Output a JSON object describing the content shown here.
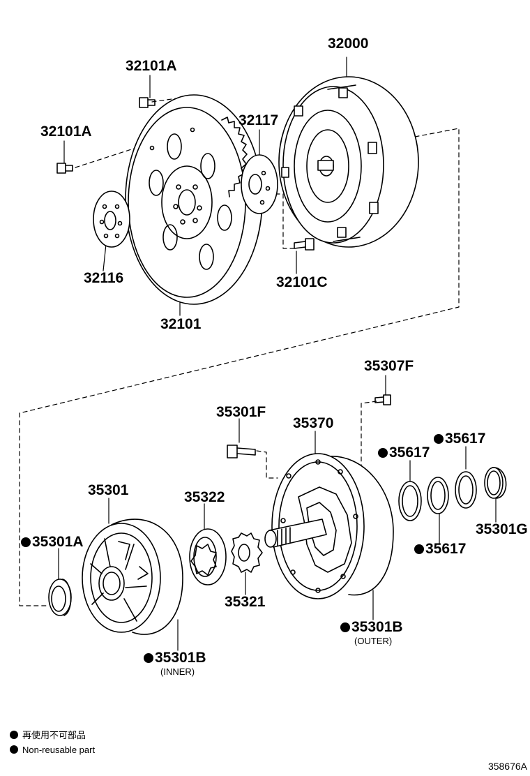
{
  "labels": {
    "p32000": "32000",
    "p32101A_top": "32101A",
    "p32101A_left": "32101A",
    "p32117": "32117",
    "p32116": "32116",
    "p32101C": "32101C",
    "p32101": "32101",
    "p35307F": "35307F",
    "p35301F": "35301F",
    "p35370": "35370",
    "p35617_a": "35617",
    "p35617_b": "35617",
    "p35617_c": "35617",
    "p35301": "35301",
    "p35322": "35322",
    "p35301A": "35301A",
    "p35321": "35321",
    "p35301G": "35301G",
    "p35301B_outer": "35301B",
    "p35301B_inner": "35301B"
  },
  "sublabels": {
    "outer": "(OUTER)",
    "inner": "(INNER)"
  },
  "legend": {
    "jp": "再使用不可部品",
    "en": "Non-reusable part"
  },
  "reference": "358676A"
}
